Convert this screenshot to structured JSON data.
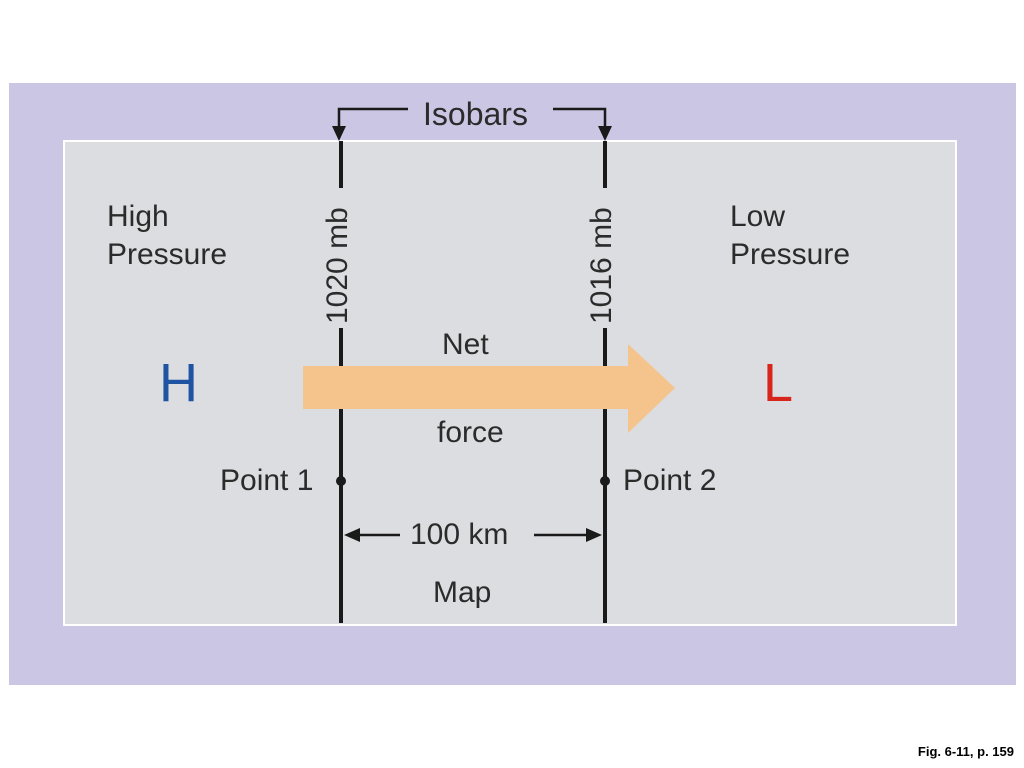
{
  "diagram": {
    "isobars_label": "Isobars",
    "high_region": {
      "line1": "High",
      "line2": "Pressure"
    },
    "low_region": {
      "line1": "Low",
      "line2": "Pressure"
    },
    "isobar_left": "1020 mb",
    "isobar_right": "1016 mb",
    "high_symbol": "H",
    "low_symbol": "L",
    "arrow_label_top": "Net",
    "arrow_label_bottom": "force",
    "point_left": "Point 1",
    "point_right": "Point 2",
    "distance": "100 km",
    "map_label": "Map",
    "colors": {
      "outer_background": "#cbc6e3",
      "map_background": "#dcdde0",
      "force_arrow": "#f4c48c",
      "high_symbol": "#1f54a3",
      "low_symbol": "#d8251c"
    }
  },
  "caption": "Fig. 6-11, p. 159"
}
